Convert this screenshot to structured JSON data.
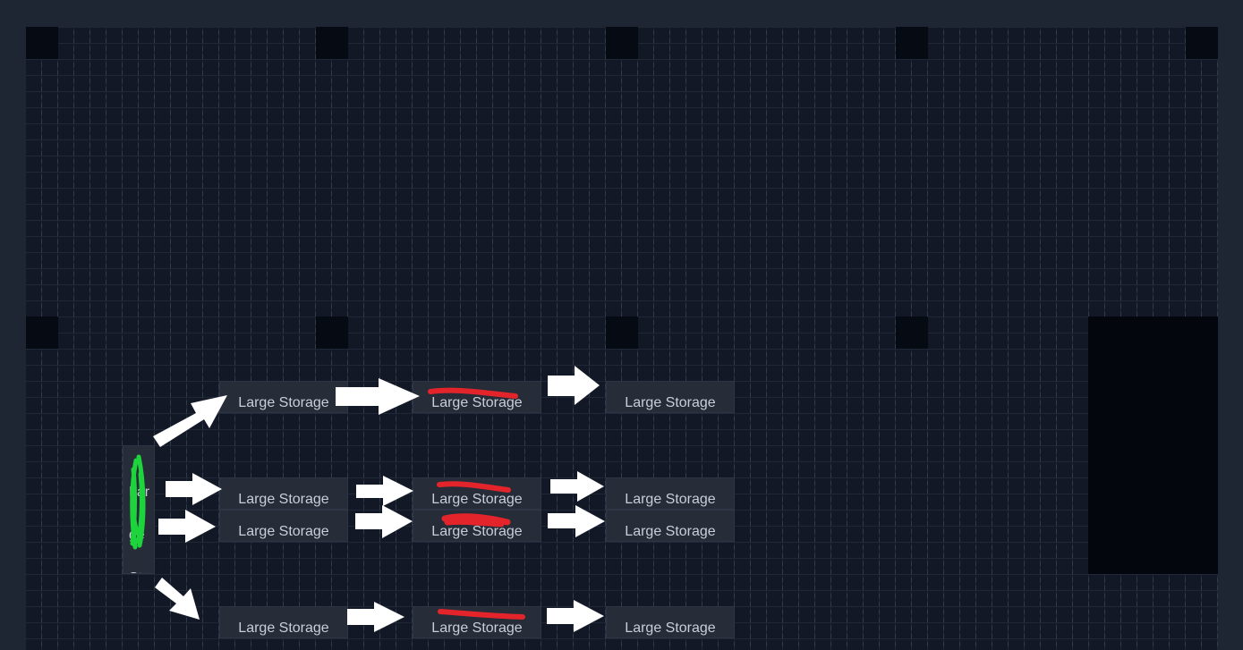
{
  "canvas": {
    "storage_label": "Large Storage",
    "vertical_storage_label": "Large Storage"
  },
  "colors": {
    "background": "#1e2633",
    "grid": "#121826",
    "storage": "#262c38",
    "arrow": "#ffffff",
    "strike": "#e3252b",
    "highlight": "#1ed43c"
  },
  "storages": [
    {
      "label": "Large Storage",
      "struck": false
    },
    {
      "label": "Large Storage",
      "struck": true
    },
    {
      "label": "Large Storage",
      "struck": false
    },
    {
      "label": "Large Storage",
      "struck": false
    },
    {
      "label": "Large Storage",
      "struck": true
    },
    {
      "label": "Large Storage",
      "struck": false
    },
    {
      "label": "Large Storage",
      "struck": false
    },
    {
      "label": "Large Storage",
      "struck": true
    },
    {
      "label": "Large Storage",
      "struck": false
    },
    {
      "label": "Large Storage",
      "struck": false
    },
    {
      "label": "Large Storage",
      "struck": true
    },
    {
      "label": "Large Storage",
      "struck": false
    }
  ]
}
